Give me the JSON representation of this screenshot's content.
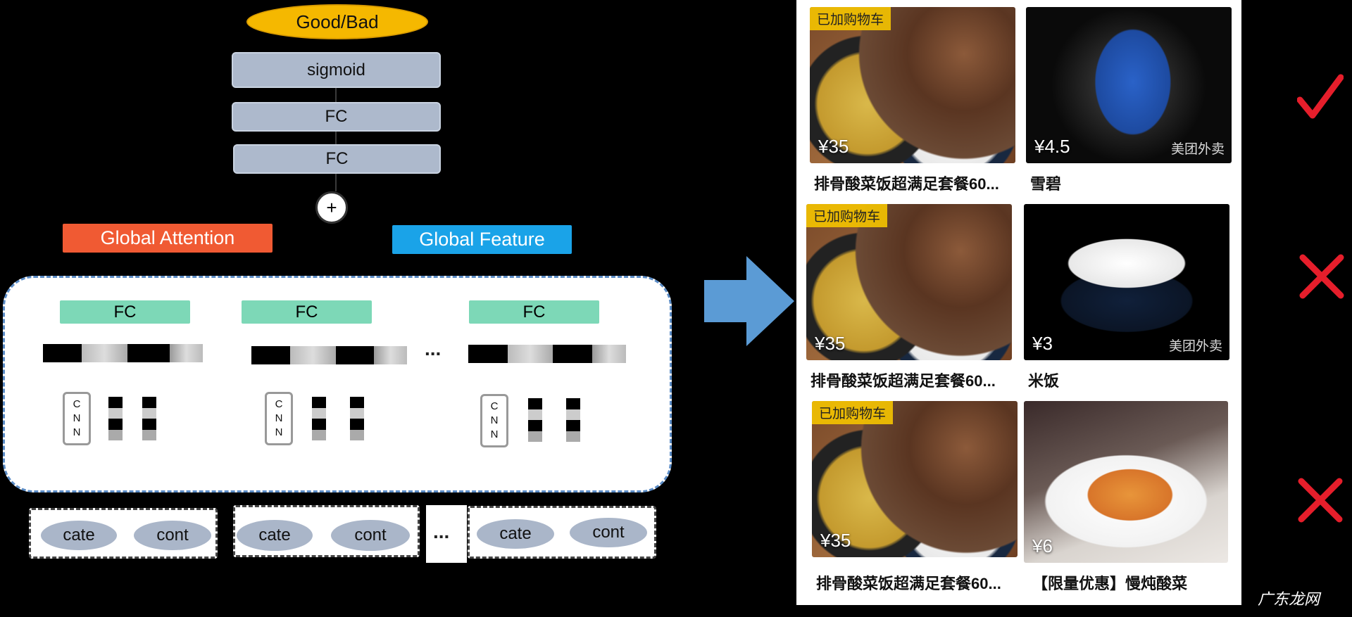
{
  "model": {
    "output": "Good/Bad",
    "layers": [
      "sigmoid",
      "FC",
      "FC"
    ],
    "combine": "+",
    "global_attention": "Global Attention",
    "global_feature": "Global Feature",
    "branch_fc": "FC",
    "cnn": [
      "C",
      "N",
      "N"
    ],
    "ellipsis": "...",
    "inputs": [
      "cate",
      "cont"
    ]
  },
  "colors": {
    "output_pill": "#f5b800",
    "layer": "#adb9cc",
    "global_attention": "#f05a33",
    "global_feature": "#1aa3e8",
    "branch_fc": "#7dd8b7",
    "arrow": "#5b9bd5",
    "check": "#e61e2b",
    "cross": "#e61e2b"
  },
  "cards": {
    "added_badge": "已加购物车",
    "watermark": "美团外卖",
    "rows": [
      {
        "main_name": "排骨酸菜饭超满足套餐60...",
        "main_price": "¥35",
        "rec_name": "雪碧",
        "rec_price": "¥4.5",
        "rec_image": "soda-can",
        "verdict": "check"
      },
      {
        "main_name": "排骨酸菜饭超满足套餐60...",
        "main_price": "¥35",
        "rec_name": "米饭",
        "rec_price": "¥3",
        "rec_image": "rice-bowl",
        "verdict": "cross"
      },
      {
        "main_name": "排骨酸菜饭超满足套餐60...",
        "main_price": "¥35",
        "rec_name": "【限量优惠】慢炖酸菜",
        "rec_price": "¥6",
        "rec_image": "pickled-cabbage",
        "verdict": "cross"
      }
    ]
  },
  "site_watermark": "广东龙网"
}
